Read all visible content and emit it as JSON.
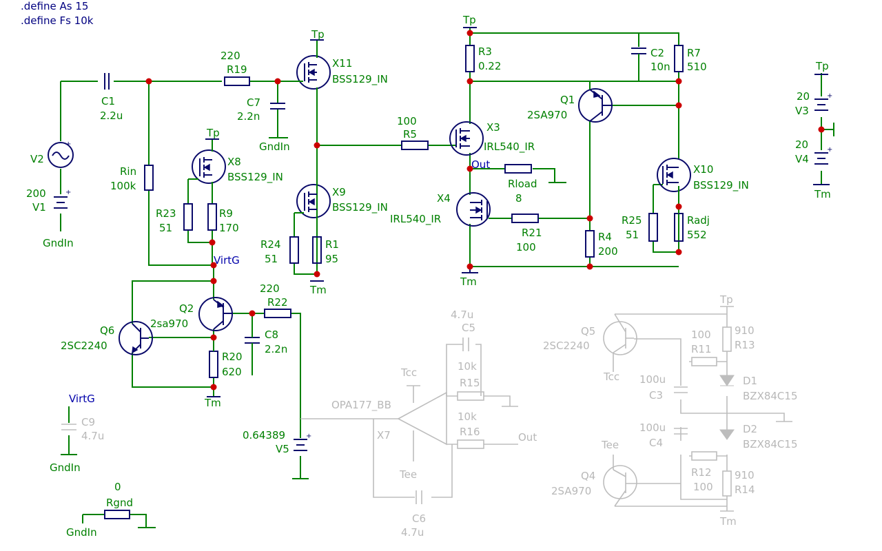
{
  "directives": [
    ".define As 15",
    ".define Fs 10k"
  ],
  "colors": {
    "wire": "#008000",
    "component": "#0a0a6a",
    "node": "#cc0000",
    "ghost": "#bdbdbd",
    "label": "#008000",
    "directive": "#000080"
  },
  "labels": {
    "tp_x11": "Tp",
    "x11_name": "X11",
    "x11_model": "BSS129_IN",
    "r19_val": "220",
    "r19_name": "R19",
    "c1_name": "C1",
    "c1_val": "2.2u",
    "c7_name": "C7",
    "c7_val": "2.2n",
    "gndin_c7": "GndIn",
    "v2_name": "V2",
    "v1_val": "200",
    "v1_name": "V1",
    "gndin_v1": "GndIn",
    "rin_name": "Rin",
    "rin_val": "100k",
    "tp_x8": "Tp",
    "x8_name": "X8",
    "x8_model": "BSS129_IN",
    "r23_name": "R23",
    "r23_val": "51",
    "r9_name": "R9",
    "r9_val": "170",
    "x9_name": "X9",
    "x9_model": "BSS129_IN",
    "r24_name": "R24",
    "r24_val": "51",
    "r1_name": "R1",
    "r1_val": "95",
    "tm_x9": "Tm",
    "virtg": "VirtG",
    "r22_val": "220",
    "r22_name": "R22",
    "q2_name": "Q2",
    "q2_model": "2sa970",
    "q6_name": "Q6",
    "q6_model": "2SC2240",
    "c8_name": "C8",
    "c8_val": "2.2n",
    "r20_name": "R20",
    "r20_val": "620",
    "tm_q2": "Tm",
    "virtg2": "VirtG",
    "c9_name": "C9",
    "c9_val": "4.7u",
    "gndin_c9": "GndIn",
    "rgnd_val": "0",
    "rgnd_name": "Rgnd",
    "gndin_rgnd": "GndIn",
    "v5_val": "0.64389",
    "v5_name": "V5",
    "tp_top": "Tp",
    "r3_name": "R3",
    "r3_val": "0.22",
    "c2_name": "C2",
    "c2_val": "10n",
    "r7_name": "R7",
    "r7_val": "510",
    "q1_name": "Q1",
    "q1_model": "2SA970",
    "r5_val": "100",
    "r5_name": "R5",
    "x3_name": "X3",
    "x3_model": "IRL540_IR",
    "out": "Out",
    "rload_name": "Rload",
    "rload_val": "8",
    "x4_name": "X4",
    "x4_model": "IRL540_IR",
    "r21_name": "R21",
    "r21_val": "100",
    "r4_name": "R4",
    "r4_val": "200",
    "tm_bottom": "Tm",
    "x10_name": "X10",
    "x10_model": "BSS129_IN",
    "r25_name": "R25",
    "r25_val": "51",
    "radj_name": "Radj",
    "radj_val": "552",
    "tp_v3": "Tp",
    "v3_val": "20",
    "v3_name": "V3",
    "v4_val": "20",
    "v4_name": "V4",
    "tm_v4": "Tm",
    "c5_val": "4.7u",
    "c5_name": "C5",
    "r15_val": "10k",
    "r15_name": "R15",
    "opa_name": "OPA177_BB",
    "tcc": "Tcc",
    "x7_name": "X7",
    "r16_val": "10k",
    "r16_name": "R16",
    "out2": "Out",
    "tee": "Tee",
    "c6_name": "C6",
    "c6_val": "4.7u",
    "tp_reg": "Tp",
    "q5_name": "Q5",
    "q5_model": "2SC2240",
    "tcc_q5": "Tcc",
    "r11_val": "100",
    "r11_name": "R11",
    "r13_val": "910",
    "r13_name": "R13",
    "c3_val": "100u",
    "c3_name": "C3",
    "d1_name": "D1",
    "d1_model": "BZX84C15",
    "c4_val": "100u",
    "c4_name": "C4",
    "d2_name": "D2",
    "d2_model": "BZX84C15",
    "tee_q4": "Tee",
    "q4_name": "Q4",
    "q4_model": "2SA970",
    "r12_name": "R12",
    "r12_val": "100",
    "r14_val": "910",
    "r14_name": "R14",
    "tm_reg": "Tm"
  }
}
